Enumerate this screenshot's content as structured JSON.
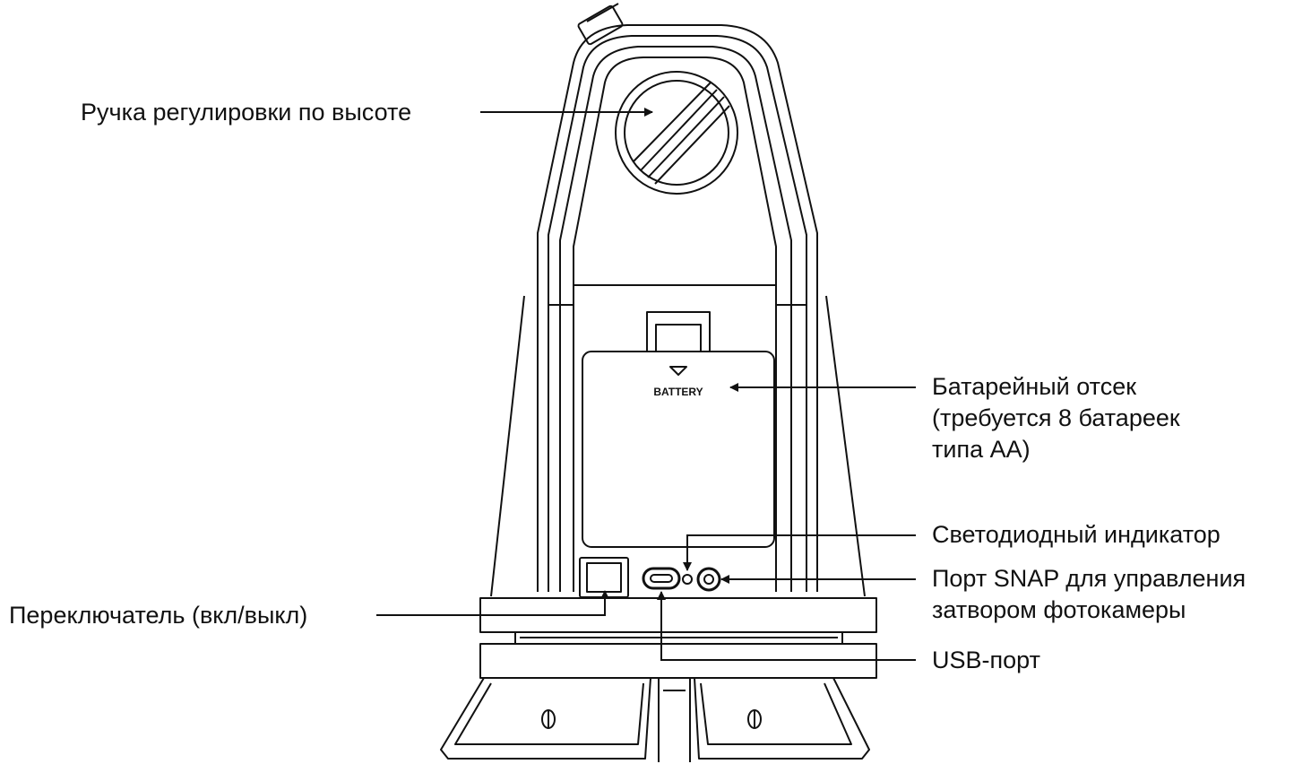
{
  "device_text": {
    "battery": "BATTERY"
  },
  "callouts": {
    "height_knob": "Ручка регулировки по высоте",
    "battery_compartment": [
      "Батарейный отсек",
      "(требуется 8 батареек",
      "типа АА)"
    ],
    "led_indicator": "Светодиодный индикатор",
    "snap_port": [
      "Порт SNAP для управления",
      "затвором фотокамеры"
    ],
    "power_switch": "Переключатель (вкл/выкл)",
    "usb_port": "USB-порт"
  },
  "colors": {
    "line": "#111111",
    "background": "#ffffff"
  }
}
